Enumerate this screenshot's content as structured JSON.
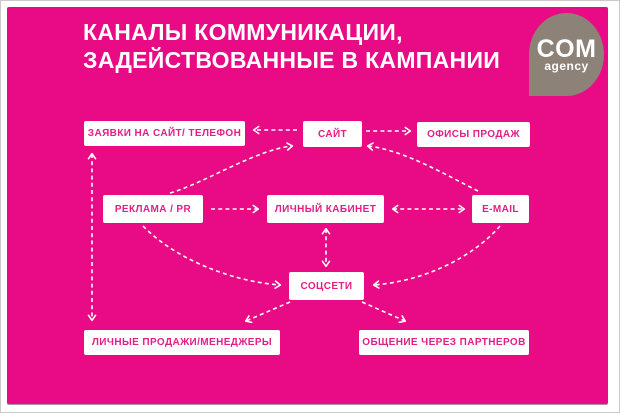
{
  "title": {
    "line1": "КАНАЛЫ КОММУНИКАЦИИ,",
    "line2": "ЗАДЕЙСТВОВАННЫЕ В КАМПАНИИ"
  },
  "logo": {
    "primary": "COM",
    "secondary": "agency"
  },
  "colors": {
    "background": "#e80b85",
    "box_background": "#ffffff",
    "box_text": "#e31e86",
    "title_text": "#ffffff",
    "logo_background": "#8d8277",
    "arrow": "#ffffff"
  },
  "diagram": {
    "nodes": [
      {
        "id": "zayavki",
        "label": "ЗАЯВКИ НА САЙТ/ ТЕЛЕФОН"
      },
      {
        "id": "sait",
        "label": "САЙТ"
      },
      {
        "id": "ofisy",
        "label": "ОФИСЫ ПРОДАЖ"
      },
      {
        "id": "reklama",
        "label": "РЕКЛАМА / PR"
      },
      {
        "id": "kabinet",
        "label": "ЛИЧНЫЙ КАБИНЕТ"
      },
      {
        "id": "email",
        "label": "E-MAIL"
      },
      {
        "id": "socseti",
        "label": "СОЦСЕТИ"
      },
      {
        "id": "prodazhi",
        "label": "ЛИЧНЫЕ ПРОДАЖИ/МЕНЕДЖЕРЫ"
      },
      {
        "id": "partnery",
        "label": "ОБЩЕНИЕ ЧЕРЕЗ ПАРТНЕРОВ"
      }
    ],
    "edges": [
      {
        "from": "САЙТ",
        "to": "ЗАЯВКИ НА САЙТ/ ТЕЛЕФОН",
        "direction": "one-way"
      },
      {
        "from": "САЙТ",
        "to": "ОФИСЫ ПРОДАЖ",
        "direction": "one-way"
      },
      {
        "from": "РЕКЛАМА / PR",
        "to": "САЙТ",
        "direction": "one-way"
      },
      {
        "from": "E-MAIL",
        "to": "САЙТ",
        "direction": "one-way"
      },
      {
        "from": "РЕКЛАМА / PR",
        "to": "ЛИЧНЫЙ КАБИНЕТ",
        "direction": "one-way"
      },
      {
        "from": "ЛИЧНЫЙ КАБИНЕТ",
        "to": "E-MAIL",
        "direction": "two-way"
      },
      {
        "from": "ЛИЧНЫЙ КАБИНЕТ",
        "to": "СОЦСЕТИ",
        "direction": "two-way"
      },
      {
        "from": "РЕКЛАМА / PR",
        "to": "СОЦСЕТИ",
        "direction": "one-way"
      },
      {
        "from": "E-MAIL",
        "to": "СОЦСЕТИ",
        "direction": "one-way"
      },
      {
        "from": "СОЦСЕТИ",
        "to": "ЛИЧНЫЕ ПРОДАЖИ/МЕНЕДЖЕРЫ",
        "direction": "one-way"
      },
      {
        "from": "СОЦСЕТИ",
        "to": "ОБЩЕНИЕ ЧЕРЕЗ ПАРТНЕРОВ",
        "direction": "one-way"
      },
      {
        "from": "ЗАЯВКИ НА САЙТ/ ТЕЛЕФОН",
        "to": "ЛИЧНЫЕ ПРОДАЖИ/МЕНЕДЖЕРЫ",
        "direction": "two-way"
      }
    ]
  }
}
